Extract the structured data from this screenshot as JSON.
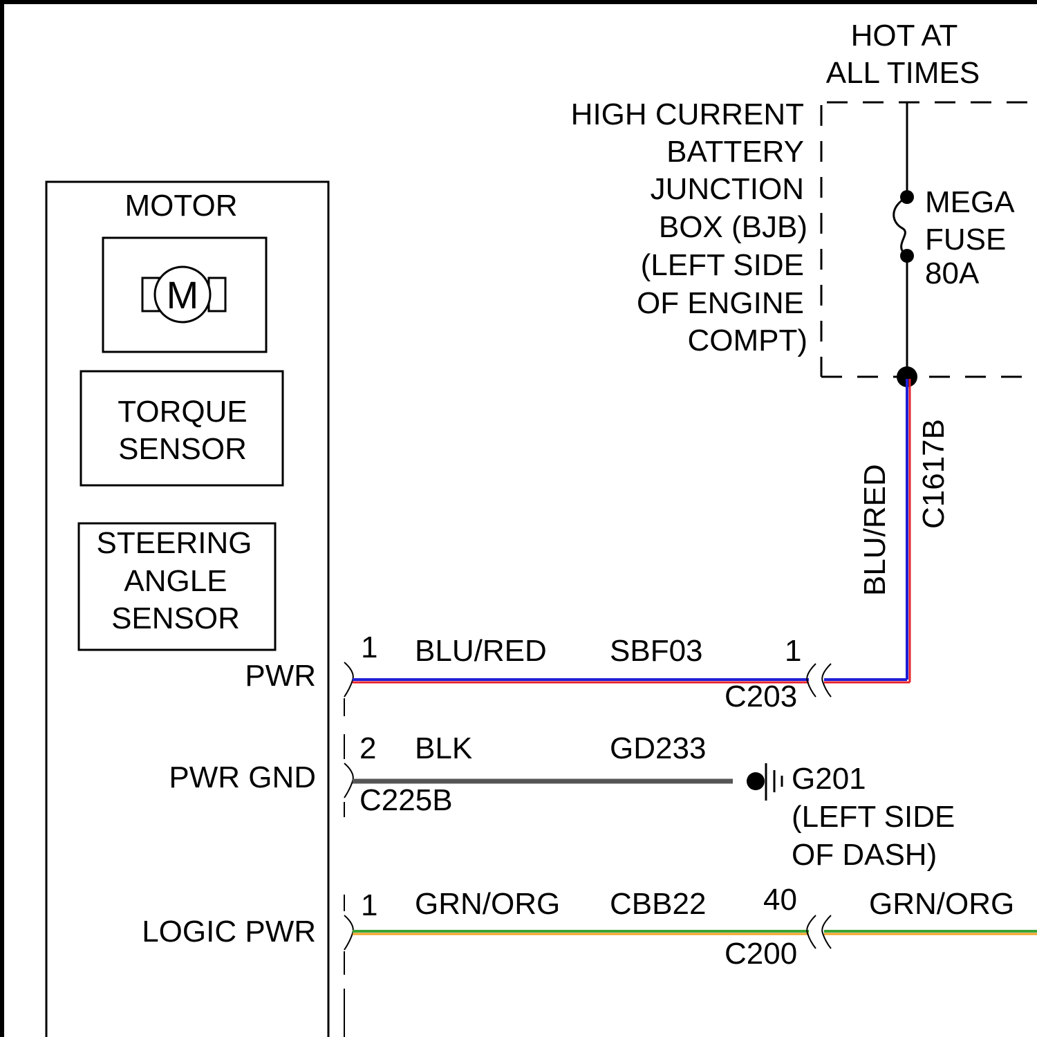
{
  "bjb": {
    "hot_at_line1": "HOT AT",
    "hot_at_line2": "ALL TIMES",
    "label_lines": [
      "HIGH CURRENT",
      "BATTERY",
      "JUNCTION",
      "BOX (BJB)",
      "(LEFT SIDE",
      "OF ENGINE",
      "COMPT)"
    ],
    "fuse_lines": [
      "MEGA",
      "FUSE",
      "80A"
    ]
  },
  "module": {
    "motor_label": "MOTOR",
    "motor_symbol": "M",
    "torque_lines": [
      "TORQUE",
      "SENSOR"
    ],
    "steering_lines": [
      "STEERING",
      "ANGLE",
      "SENSOR"
    ],
    "pins": {
      "pwr": "PWR",
      "pwr_gnd": "PWR GND",
      "logic_pwr": "LOGIC PWR"
    }
  },
  "circuits": {
    "pwr": {
      "pin": "1",
      "color": "BLU/RED",
      "circuit": "SBF03",
      "connector_pin": "1",
      "connector": "C203",
      "vertical_color": "BLU/RED",
      "vertical_connector": "C1617B"
    },
    "gnd": {
      "pin": "2",
      "color": "BLK",
      "circuit": "GD233",
      "module_connector": "C225B",
      "ground_id": "G201",
      "ground_loc1": "(LEFT SIDE",
      "ground_loc2": "OF DASH)"
    },
    "logic": {
      "pin": "1",
      "color": "GRN/ORG",
      "circuit": "CBB22",
      "connector_pin": "40",
      "connector": "C200",
      "right_color": "GRN/ORG"
    }
  },
  "wire_colors": {
    "blue": "#1f1fd6",
    "red": "#e8202a",
    "black": "#555555",
    "green": "#3aa335",
    "orange": "#f0a020"
  }
}
